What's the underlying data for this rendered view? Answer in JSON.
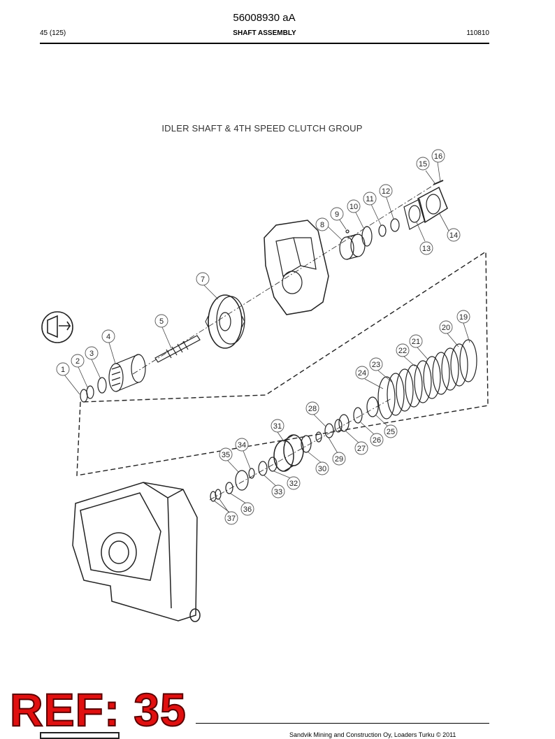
{
  "header": {
    "doc_number": "56008930 aA",
    "page_info": "45 (125)",
    "section_title": "SHAFT ASSEMBLY",
    "doc_date": "110810"
  },
  "diagram": {
    "title": "IDLER SHAFT & 4TH SPEED CLUTCH GROUP",
    "callouts": [
      "1",
      "2",
      "3",
      "4",
      "5",
      "7",
      "8",
      "9",
      "10",
      "11",
      "12",
      "13",
      "14",
      "15",
      "16",
      "19",
      "20",
      "21",
      "22",
      "23",
      "24",
      "25",
      "26",
      "27",
      "28",
      "29",
      "30",
      "31",
      "32",
      "33",
      "34",
      "35",
      "36",
      "37"
    ]
  },
  "ref_stamp": "REF: 35",
  "footer": {
    "copyright": "Sandvik Mining and Construction Oy, Loaders Turku © 2011"
  }
}
